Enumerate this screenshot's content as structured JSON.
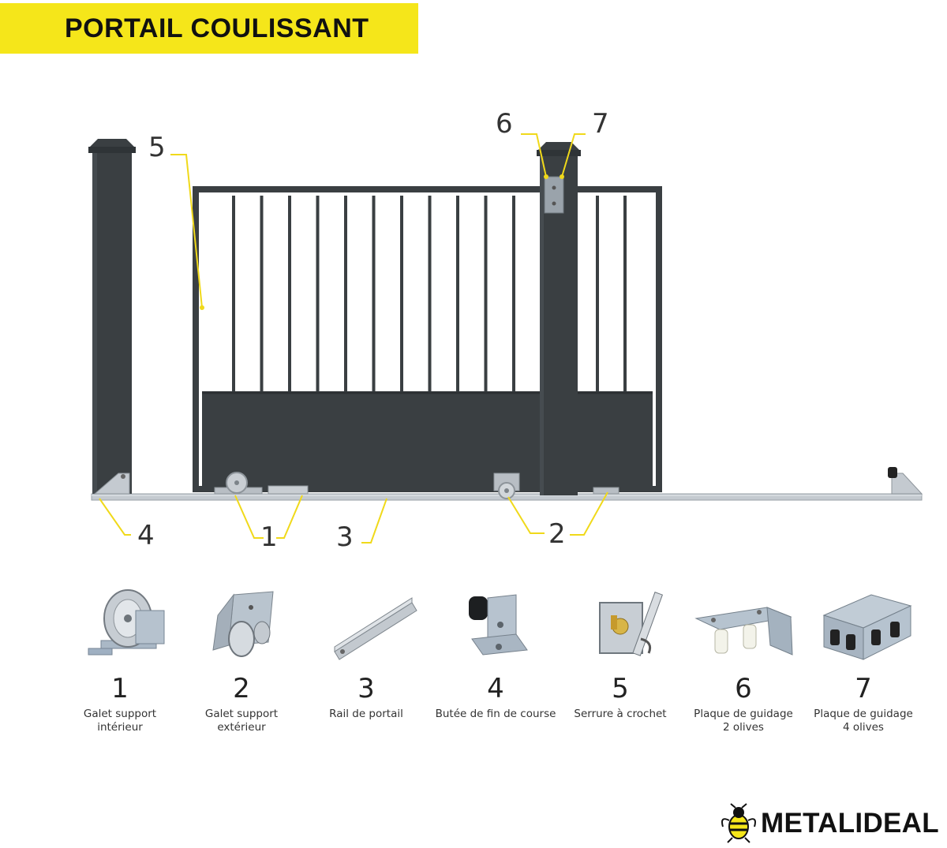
{
  "title": "PORTAIL COULISSANT",
  "colors": {
    "accent_yellow": "#f5e61a",
    "gate_dark": "#3a3f42",
    "metal": "#b8bec4"
  },
  "callouts": {
    "c1": "1",
    "c2": "2",
    "c3": "3",
    "c4": "4",
    "c5": "5",
    "c6": "6",
    "c7": "7"
  },
  "parts": [
    {
      "number": "1",
      "label": "Galet support\nintérieur",
      "icon": "roller-wheel-icon"
    },
    {
      "number": "2",
      "label": "Galet support\nextérieur",
      "icon": "outer-roller-icon"
    },
    {
      "number": "3",
      "label": "Rail de portail",
      "icon": "rail-icon"
    },
    {
      "number": "4",
      "label": "Butée de fin de course",
      "icon": "end-stop-icon"
    },
    {
      "number": "5",
      "label": "Serrure à crochet",
      "icon": "hook-lock-icon"
    },
    {
      "number": "6",
      "label": "Plaque de guidage\n2 olives",
      "icon": "guide-plate-2-icon"
    },
    {
      "number": "7",
      "label": "Plaque de guidage\n4 olives",
      "icon": "guide-plate-4-icon"
    }
  ],
  "brand": {
    "name": "METALIDEAL",
    "icon": "bee-mascot-icon"
  }
}
